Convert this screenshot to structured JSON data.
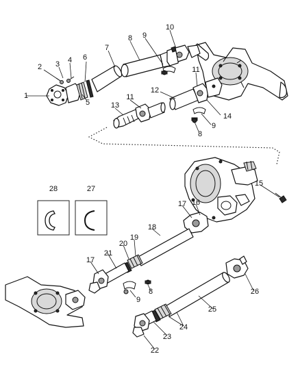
{
  "callouts": {
    "c1": "1",
    "c2": "2",
    "c3": "3",
    "c4": "4",
    "c5": "5",
    "c6": "6",
    "c7": "7",
    "c8a": "8",
    "c9a": "9",
    "c10": "10",
    "c11a": "11",
    "c12": "12",
    "c13": "13",
    "c11b": "11",
    "c14": "14",
    "c9b": "9",
    "c8b": "8",
    "c15": "15",
    "c28": "28",
    "c27": "27",
    "c17a": "17",
    "c16": "16",
    "c18": "18",
    "c19": "19",
    "c20": "20",
    "c21": "21",
    "c17b": "17",
    "c9c": "9",
    "c8c": "8",
    "c25": "25",
    "c26": "26",
    "c24": "24",
    "c23": "23",
    "c22": "22"
  }
}
